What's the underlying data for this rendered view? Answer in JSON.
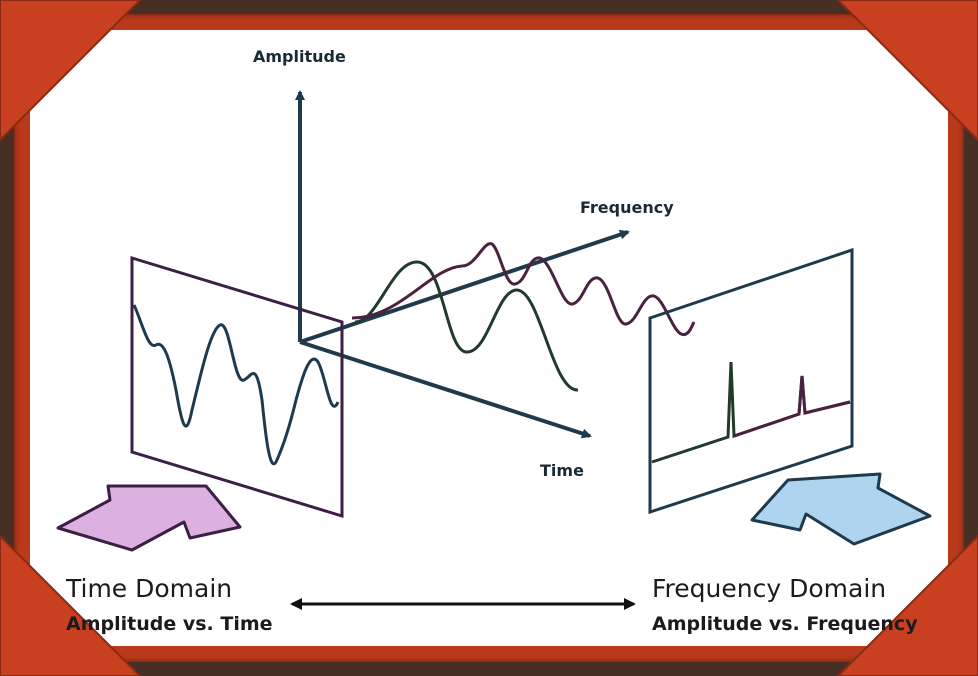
{
  "labels": {
    "amplitude_axis": "Amplitude",
    "frequency_axis": "Frequency",
    "time_axis": "Time"
  },
  "captions": {
    "time_domain_title": "Time Domain",
    "time_domain_subtitle": "Amplitude vs. Time",
    "frequency_domain_title": "Frequency Domain",
    "frequency_domain_subtitle": "Amplitude vs. Frequency"
  },
  "colors": {
    "frame_outer": "#472f25",
    "frame_mat": "#b9391b",
    "corner": "#c8401f",
    "axis": "#1f3a4d",
    "time_panel_border": "#3c1f45",
    "freq_panel_border": "#1f3a4d",
    "wave_dark_green": "#223a2a",
    "wave_purple": "#4a2240",
    "arrow_pink": "#dcb1e0",
    "arrow_blue": "#aed4f0"
  },
  "icons": {
    "pink_arrow": "thick-arrow-right-icon",
    "blue_arrow": "thick-arrow-left-icon",
    "double_arrow": "double-headed-arrow-icon"
  }
}
